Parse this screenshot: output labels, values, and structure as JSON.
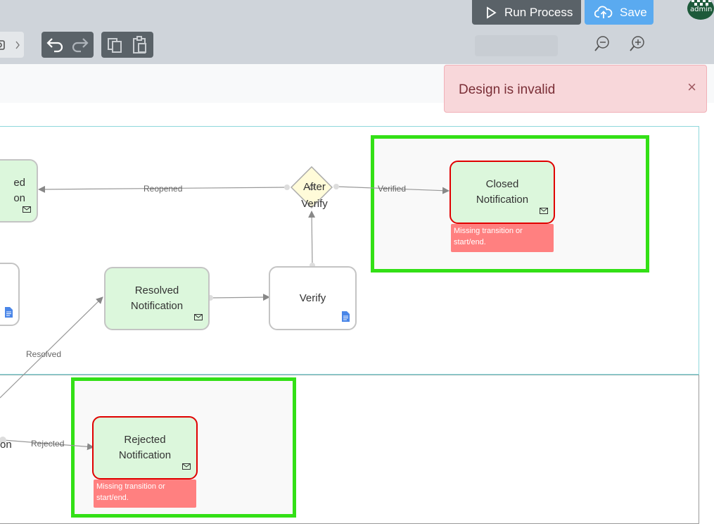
{
  "toolbar": {
    "run_label": "Run Process",
    "save_label": "Save",
    "avatar_text": "admin"
  },
  "toast": {
    "message": "Design is invalid",
    "close": "×"
  },
  "nodes": {
    "left_top_line1": "ed",
    "left_top_line2": "on",
    "closed_line1": "Closed",
    "closed_line2": "Notification",
    "resolved_line1": "Resolved",
    "resolved_line2": "Notification",
    "verify": "Verify",
    "rejected_line1": "Rejected",
    "rejected_line2": "Notification",
    "left_bottom": "on",
    "gateway_line1": "After",
    "gateway_line2": "Verify"
  },
  "errors": {
    "closed": "Missing transition or start/end.",
    "rejected": "Missing transition or start/end."
  },
  "edges": {
    "reopened": "Reopened",
    "verified": "Verified",
    "resolved": "Resolved",
    "rejected": "Rejected"
  },
  "colors": {
    "highlight": "#33e016",
    "error": "#e00000",
    "node_green": "#dcf7dc",
    "toast_bg": "#f8d7da",
    "save_blue": "#5aaaf0",
    "run_gray": "#5a6268"
  },
  "icons": [
    "play-icon",
    "cloud-upload-icon",
    "undo-icon",
    "redo-icon",
    "copy-icon",
    "paste-icon",
    "zoom-out-icon",
    "zoom-in-icon",
    "mail-icon",
    "document-icon",
    "close-icon",
    "chevron-right-icon"
  ]
}
